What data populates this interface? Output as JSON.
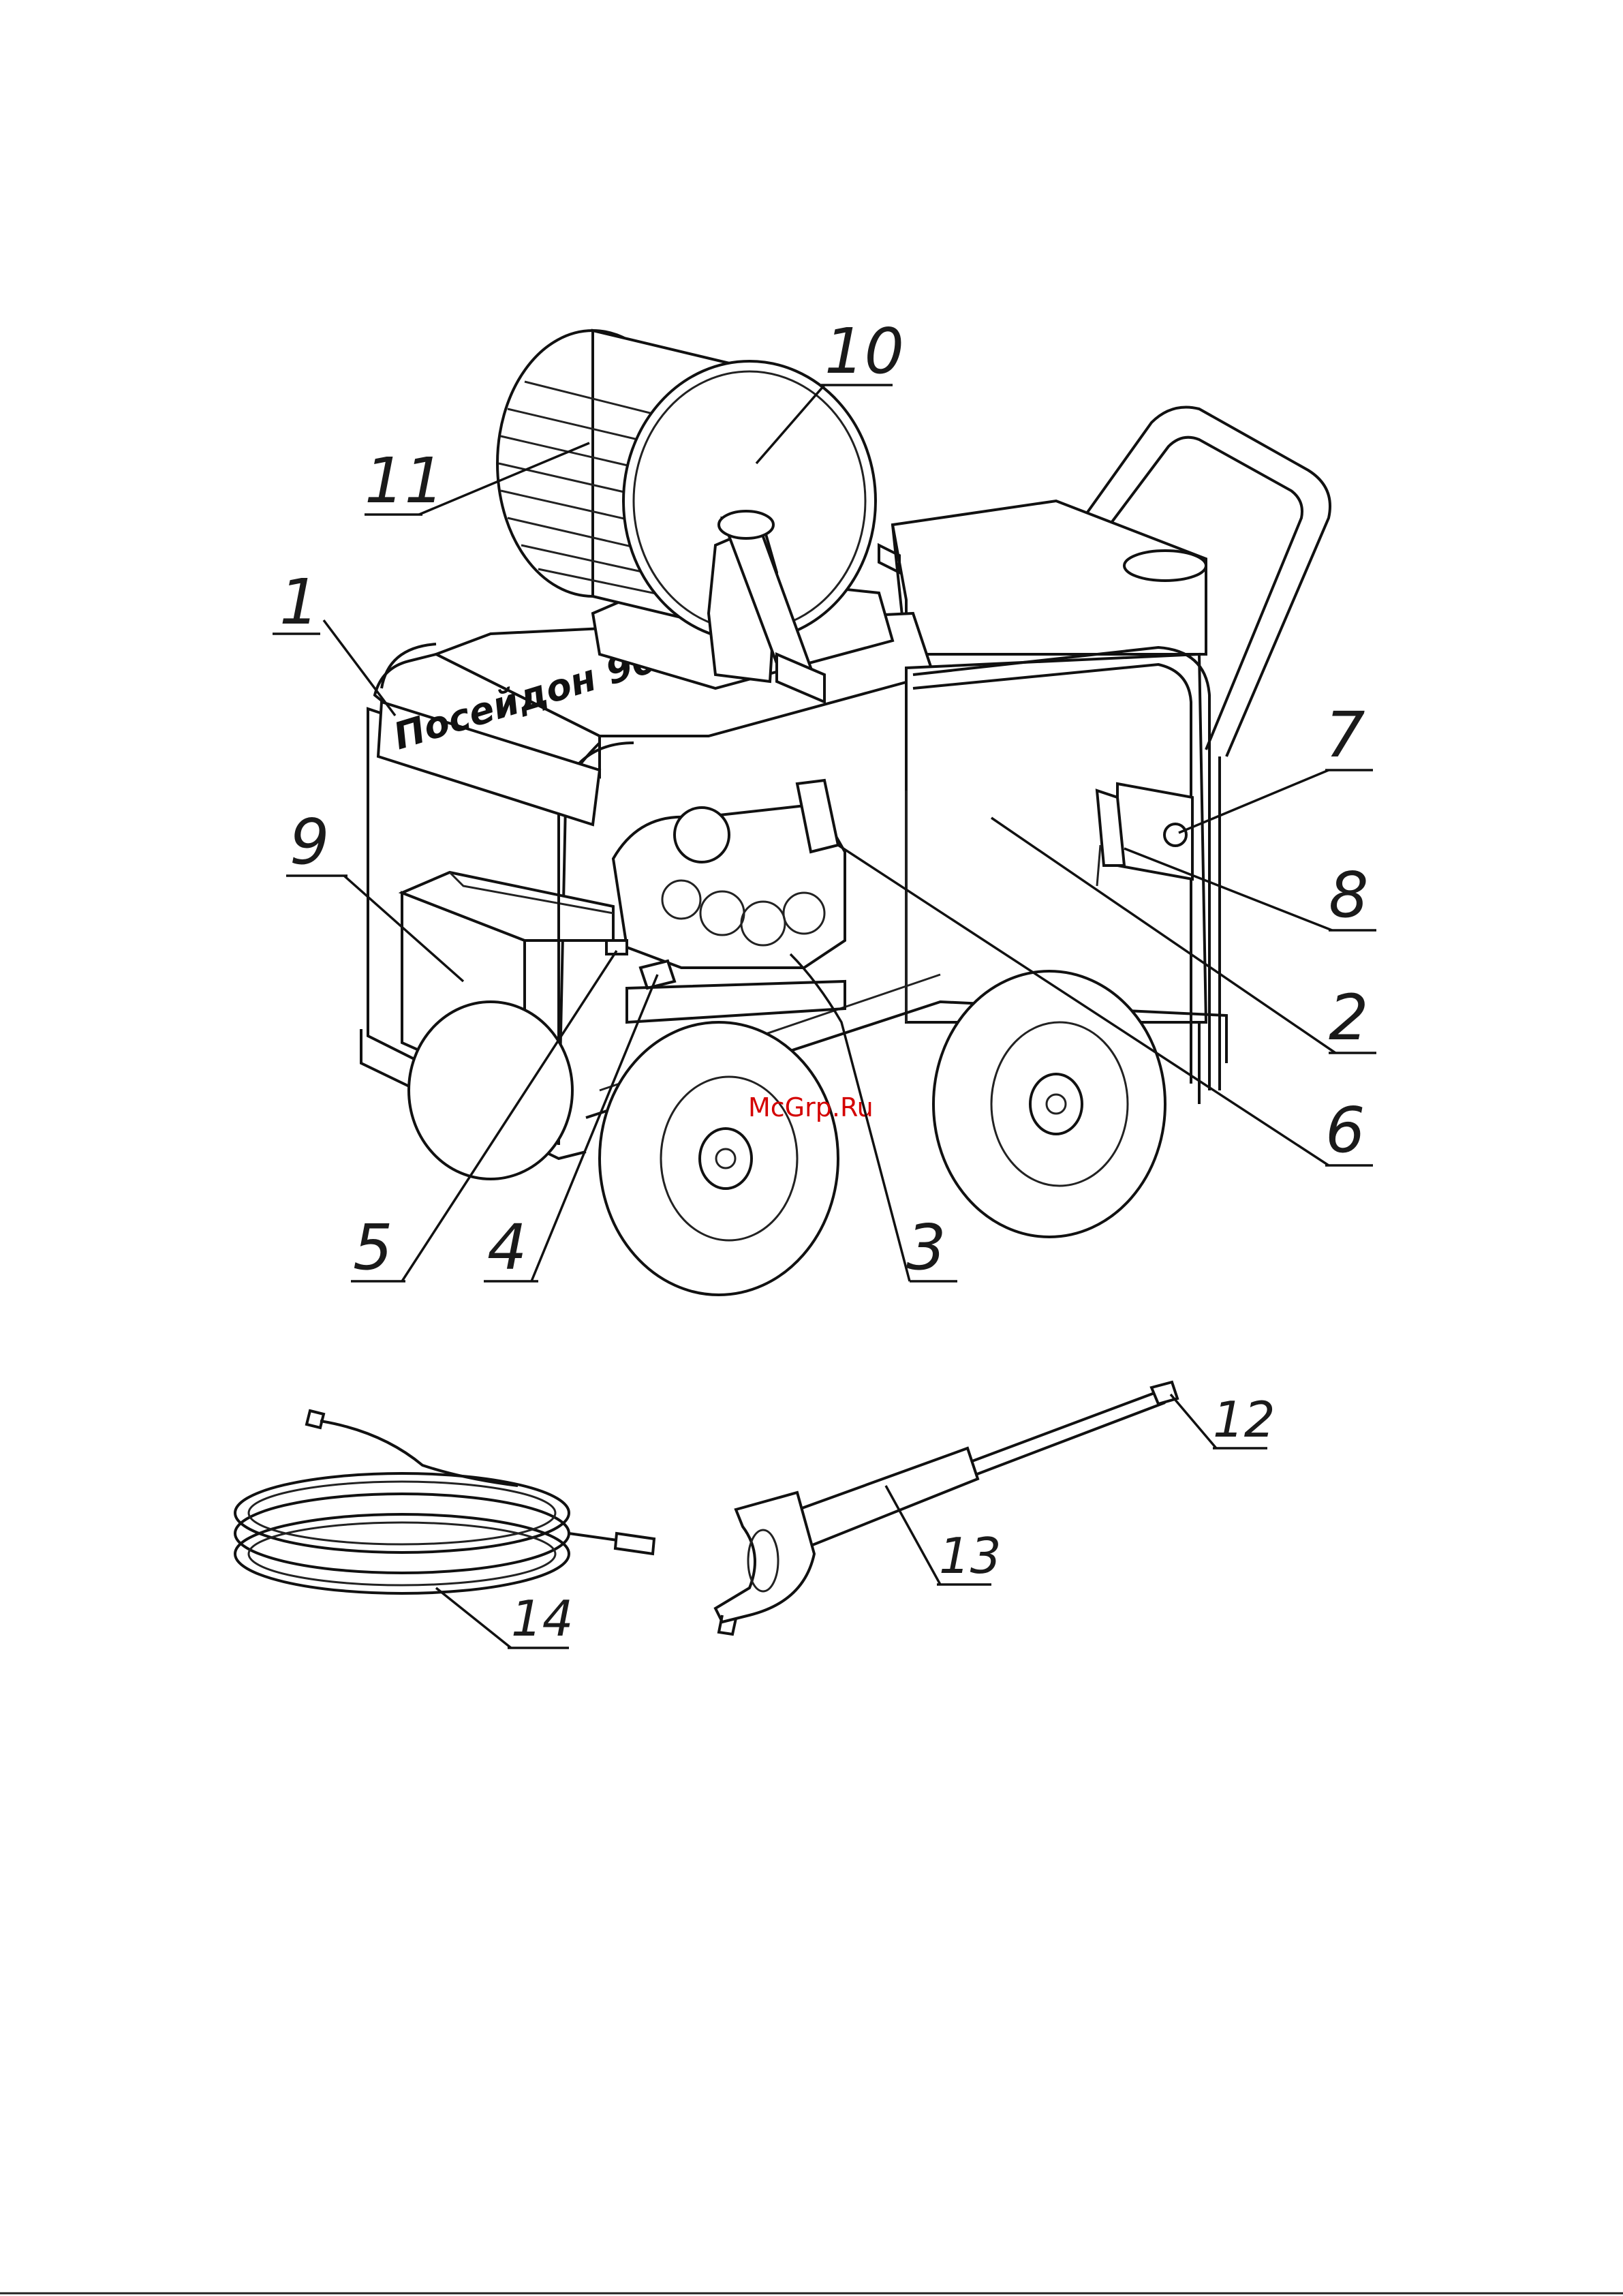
{
  "figure": {
    "watermark": "McGrp.Ru",
    "brand_plate_text": "Посейдон 90",
    "callouts": [
      {
        "id": "1",
        "label": "1"
      },
      {
        "id": "2",
        "label": "2"
      },
      {
        "id": "3",
        "label": "3"
      },
      {
        "id": "4",
        "label": "4"
      },
      {
        "id": "5",
        "label": "5"
      },
      {
        "id": "6",
        "label": "6"
      },
      {
        "id": "7",
        "label": "7"
      },
      {
        "id": "8",
        "label": "8"
      },
      {
        "id": "9",
        "label": "9"
      },
      {
        "id": "10",
        "label": "10"
      },
      {
        "id": "11",
        "label": "11"
      },
      {
        "id": "12",
        "label": "12"
      },
      {
        "id": "13",
        "label": "13"
      },
      {
        "id": "14",
        "label": "14"
      }
    ]
  }
}
